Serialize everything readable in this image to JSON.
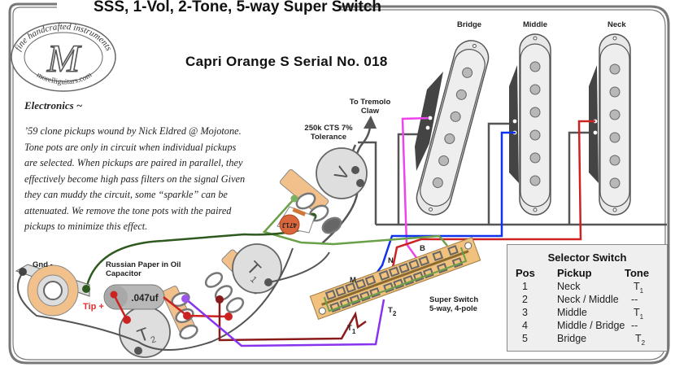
{
  "header": {
    "title": "SSS, 1-Vol, 2-Tone, 5-way Super Switch",
    "subtitle": "Capri Orange S Serial No. 018"
  },
  "logo": {
    "top_text": "fine handcrafted instruments",
    "monogram": "M",
    "bottom_text": "morelliguitars.com"
  },
  "description": {
    "heading": "Electronics ~",
    "body": "’59 clone pickups wound by Nick Eldred @ Mojotone. Tone pots are only in circuit when individual pickups are selected. When pickups are paired in parallel, they effectively become high pass filters on the signal Given they can muddy the circuit, some “sparkle” can be attenuated. We remove the tone pots with the paired pickups to minimize this effect."
  },
  "pickups": [
    {
      "label": "Bridge"
    },
    {
      "label": "Middle"
    },
    {
      "label": "Neck"
    }
  ],
  "labels": {
    "tremolo": "To Tremolo Claw",
    "volume_pot": "250k CTS 7% Tolerance",
    "volume_letter": "V",
    "treble_cap": "471J",
    "jack_gnd": "Gnd -",
    "jack_tip": "Tip +",
    "capacitor_title": "Russian Paper in Oil Capacitor",
    "capacitor_value": ".047uf",
    "tone1": "T",
    "tone1_sub": "1",
    "tone2": "T",
    "tone2_sub": "2",
    "switch_name": "Super Switch",
    "switch_type": "5-way, 4-pole",
    "sw_M": "M",
    "sw_N": "N",
    "sw_B": "B",
    "sw_T1": "T",
    "sw_T1_sub": "1",
    "sw_T2": "T",
    "sw_T2_sub": "2"
  },
  "wire_colors": {
    "ground": "#555555",
    "bridge_hot": "#ee44ee",
    "middle_hot": "#1133ee",
    "neck_hot": "#cc2222",
    "tone1": "#8b1a1a",
    "tone2": "#8833ee",
    "volume_out": "#6aa048",
    "jack_hot": "#2f5a1f"
  },
  "selector": {
    "title": "Selector Switch",
    "headers": [
      "Pos",
      "Pickup",
      "Tone"
    ],
    "rows": [
      {
        "pos": "1",
        "pickup": "Neck",
        "tone": "T",
        "tone_sub": "1"
      },
      {
        "pos": "2",
        "pickup": "Neck / Middle",
        "tone": "--",
        "tone_sub": ""
      },
      {
        "pos": "3",
        "pickup": "Middle",
        "tone": "T",
        "tone_sub": "1"
      },
      {
        "pos": "4",
        "pickup": "Middle / Bridge",
        "tone": "--",
        "tone_sub": ""
      },
      {
        "pos": "5",
        "pickup": "Bridge",
        "tone": "T",
        "tone_sub": "2"
      }
    ]
  }
}
